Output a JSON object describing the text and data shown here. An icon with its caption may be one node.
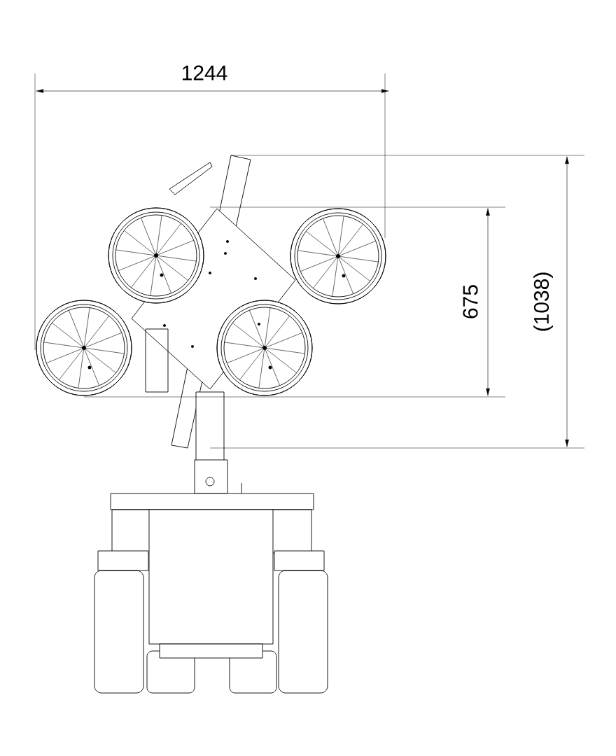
{
  "diagram": {
    "labels": [
      "1244",
      "675",
      "(1038)"
    ]
  }
}
